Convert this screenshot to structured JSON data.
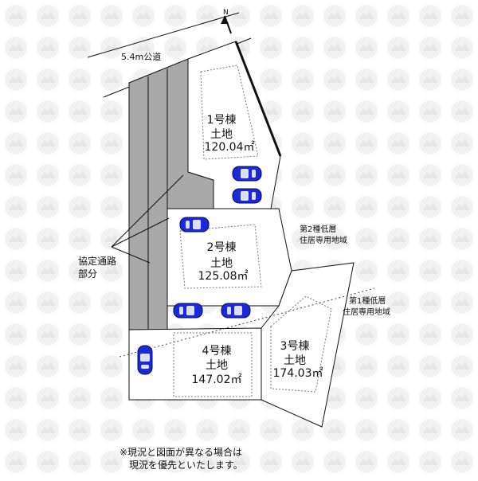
{
  "road": {
    "label": "5.4m公道"
  },
  "north": {
    "label": "N"
  },
  "lots": [
    {
      "id": "1",
      "title": "1号棟",
      "type": "土地",
      "area": "120.04㎡"
    },
    {
      "id": "2",
      "title": "2号棟",
      "type": "土地",
      "area": "125.08㎡"
    },
    {
      "id": "3",
      "title": "3号棟",
      "type": "土地",
      "area": "174.03㎡"
    },
    {
      "id": "4",
      "title": "4号棟",
      "type": "土地",
      "area": "147.02㎡"
    }
  ],
  "zones": {
    "type2": [
      "第2種低層",
      "住居専用地域"
    ],
    "type1": [
      "第1種低層",
      "住居専用地域"
    ]
  },
  "shared_path": [
    "協定通路",
    "部分"
  ],
  "note": [
    "※現況と図面が異なる場合は",
    "現況を優先といたします。"
  ],
  "colors": {
    "shared_path": "#a9a9a9",
    "car_body": "#1a2ad8",
    "outline": "#111111",
    "watermark": "#efefef"
  }
}
